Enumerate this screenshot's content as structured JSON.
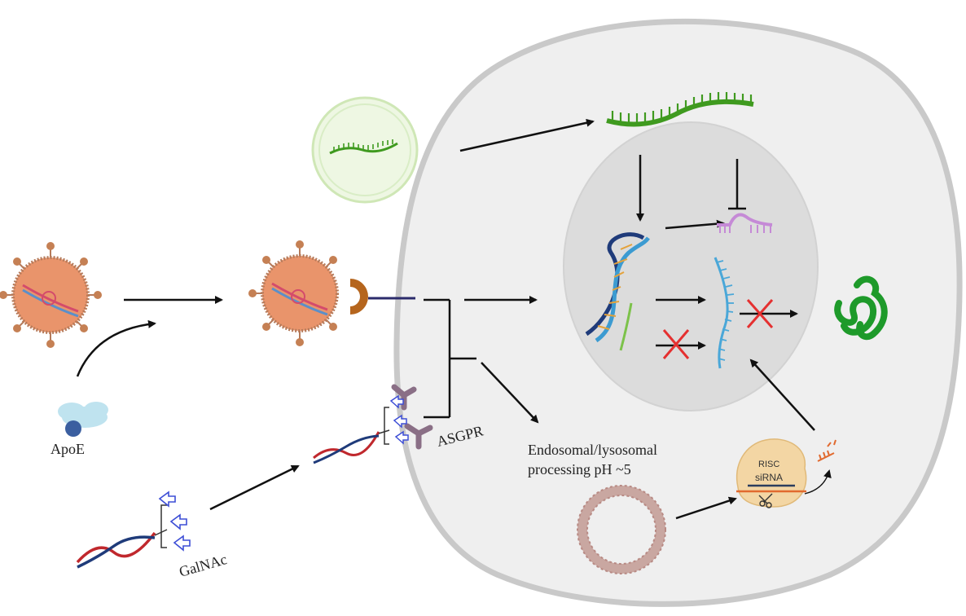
{
  "labels": {
    "apoe": "ApoE",
    "asgpr": "ASGPR",
    "galnac": "GalNAc",
    "endosomal_line1": "Endosomal/lysosomal",
    "endosomal_line2": "processing pH ~5",
    "risc": "RISC",
    "sirna": "siRNA"
  },
  "colors": {
    "cell_fill": "#efefef",
    "cell_border": "#c9c9c9",
    "nucleus_fill": "#dedede",
    "rna_green": "#3f9a1f",
    "protein_green": "#1e9a2a",
    "mirna_purple": "#c58ad6",
    "mrna_blue": "#4aa7d8",
    "lnp_orange": "#e9946b",
    "receptor_purple": "#8a6f86",
    "cross_red": "#e53030",
    "arrow": "#111111"
  },
  "icons": [
    "lipid-nanoparticle-icon",
    "apoe-protein-icon",
    "exosome-vesicle-icon",
    "dna-helix-icon",
    "galnac-conjugate-icon",
    "asgpr-receptor-icon",
    "liposome-icon",
    "risc-complex-icon",
    "scissors-icon",
    "protein-coil-icon"
  ]
}
